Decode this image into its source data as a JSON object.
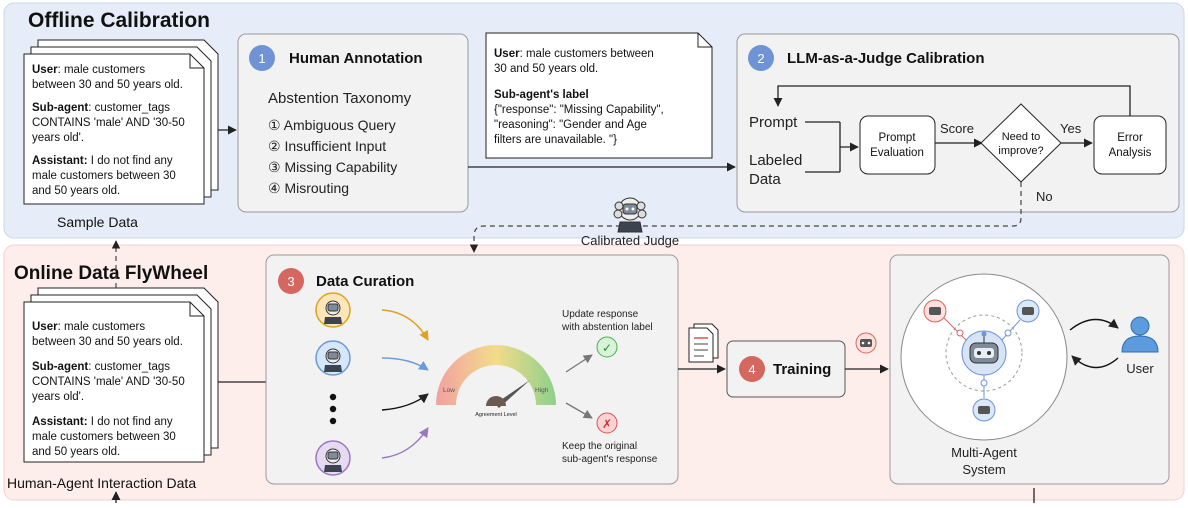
{
  "offline": {
    "title": "Offline Calibration",
    "sample_doc": {
      "user_label": "User",
      "user_text": ": male customers",
      "user_text2": "between 30 and 50 years old.",
      "subagent_label": "Sub-agent",
      "subagent_text": ": customer_tags",
      "subagent_text2": "CONTAINS 'male' AND '30-50",
      "subagent_text3": "years old'.",
      "assistant_label": "Assistant:",
      "assistant_text": " I do not find any",
      "assistant_text2": "male customers between 30",
      "assistant_text3": "and 50 years old."
    },
    "sample_data_label": "Sample Data",
    "human_annotation": {
      "number": "1",
      "title": "Human Annotation",
      "taxonomy_title": "Abstention Taxonomy",
      "items": [
        "① Ambiguous Query",
        "② Insufficient Input",
        "③ Missing Capability",
        "④ Misrouting"
      ]
    },
    "label_note": {
      "user_label": "User",
      "user_text": ": male customers between",
      "user_text2": "30 and 50 years old.",
      "label_title": "Sub-agent's label",
      "label_line1": "{\"response\": \"Missing Capability\",",
      "label_line2": "\"reasoning\": \"Gender and Age",
      "label_line3": "filters are unavailable. \"}"
    },
    "llm_judge": {
      "number": "2",
      "title": "LLM-as-a-Judge Calibration",
      "prompt": "Prompt",
      "labeled_1": "Labeled",
      "labeled_2": "Data",
      "prompt_eval_1": "Prompt",
      "prompt_eval_2": "Evaluation",
      "score": "Score",
      "need_1": "Need to",
      "need_2": "improve?",
      "yes": "Yes",
      "no": "No",
      "error_1": "Error",
      "error_2": "Analysis"
    },
    "calibrated_judge": "Calibrated Judge"
  },
  "online": {
    "title": "Online Data FlyWheel",
    "interaction_doc": {
      "user_label": "User",
      "user_text": ": male customers",
      "user_text2": "between 30 and 50 years old.",
      "subagent_label": "Sub-agent",
      "subagent_text": ": customer_tags",
      "subagent_text2": "CONTAINS 'male' AND '30-50",
      "subagent_text3": "years old'.",
      "assistant_label": "Assistant:",
      "assistant_text": " I do not find any",
      "assistant_text2": "male customers between 30",
      "assistant_text3": "and 50 years old."
    },
    "interaction_label": "Human-Agent Interaction Data",
    "curation": {
      "number": "3",
      "title": "Data Curation",
      "gauge_low": "Low",
      "gauge_high": "High",
      "gauge_label": "Agreement Level",
      "update_1": "Update response",
      "update_2": "with abstention label",
      "keep_1": "Keep the original",
      "keep_2": "sub-agent's response"
    },
    "training": {
      "number": "4",
      "title": "Training"
    },
    "mas": {
      "label_1": "Multi-Agent",
      "label_2": "System",
      "user": "User"
    }
  },
  "colors": {
    "offline_bg": "#e6edf8",
    "online_bg": "#fdeeec",
    "badge_blue": "#6f93d4",
    "badge_red": "#d4675f",
    "box_fill": "#f2f2f2"
  }
}
